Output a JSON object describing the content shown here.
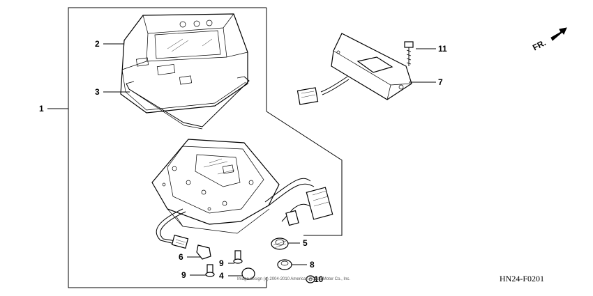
{
  "diagram": {
    "callouts": [
      {
        "id": "1",
        "text": "1"
      },
      {
        "id": "2",
        "text": "2"
      },
      {
        "id": "3",
        "text": "3"
      },
      {
        "id": "4",
        "text": "4"
      },
      {
        "id": "5",
        "text": "5"
      },
      {
        "id": "6",
        "text": "6"
      },
      {
        "id": "7",
        "text": "7"
      },
      {
        "id": "8",
        "text": "8"
      },
      {
        "id": "9a",
        "text": "9"
      },
      {
        "id": "9b",
        "text": "9"
      },
      {
        "id": "10",
        "text": "10"
      },
      {
        "id": "11",
        "text": "11"
      }
    ],
    "direction_label": "FR.",
    "figure_code": "HN24-F0201",
    "copyright": "Image design (c) 2004-2010 American Honda Motor Co., Inc."
  }
}
